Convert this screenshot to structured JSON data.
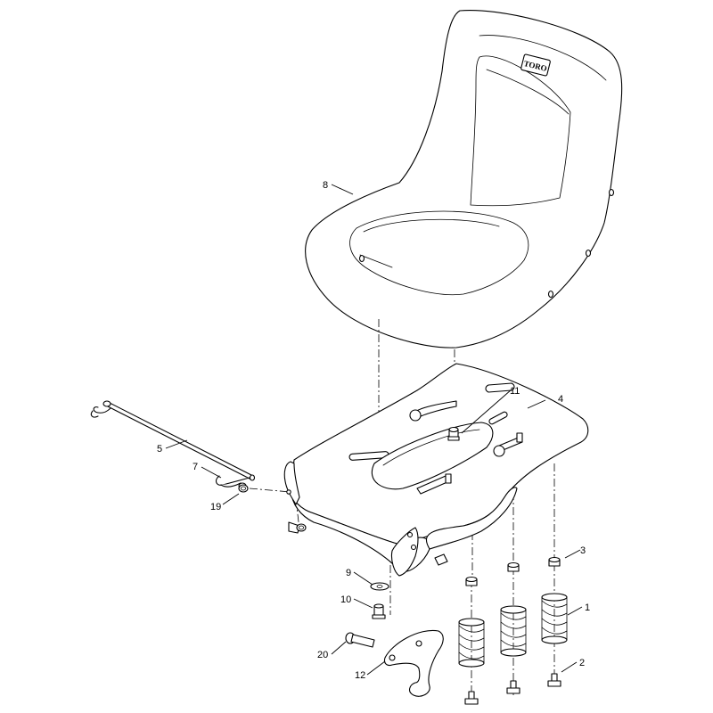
{
  "logo": {
    "text": "TORO"
  },
  "callouts": {
    "c1": "1",
    "c2": "2",
    "c3": "3",
    "c4": "4",
    "c5": "5",
    "c7": "7",
    "c8": "8",
    "c9": "9",
    "c10": "10",
    "c11": "11",
    "c12": "12",
    "c19": "19",
    "c20": "20"
  }
}
